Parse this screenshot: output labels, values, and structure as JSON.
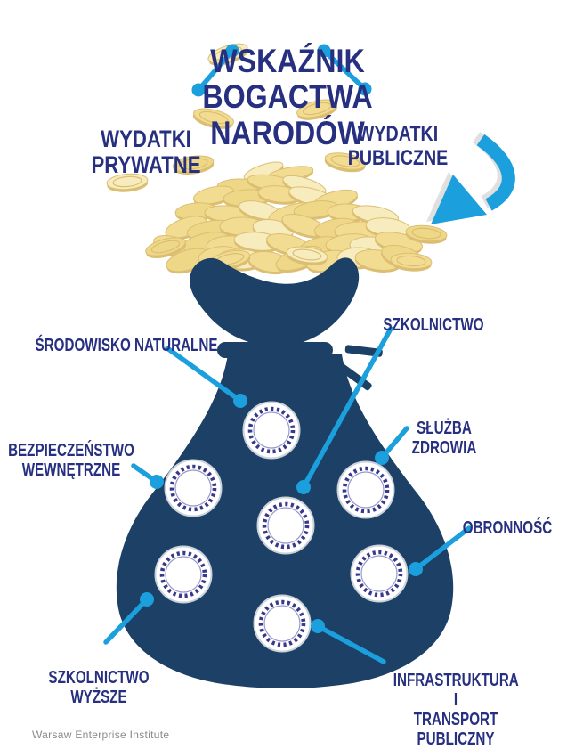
{
  "title": "WSKAŹNIK BOGACTWA NARODÓW",
  "branches": {
    "private": "WYDATKI\nPRYWATNE",
    "public": "WYDATKI PUBLICZNE"
  },
  "categories": [
    {
      "id": "srodowisko-naturalne",
      "label": "ŚRODOWISKO NATURALNE"
    },
    {
      "id": "szkolnictwo",
      "label": "SZKOLNICTWO"
    },
    {
      "id": "bezpieczenstwo-wewnetrzne",
      "label": "BEZPIECZEŃSTWO\nWEWNĘTRZNE"
    },
    {
      "id": "sluzba-zdrowia",
      "label": "SŁUŻBA ZDROWIA"
    },
    {
      "id": "obronnosc",
      "label": "OBRONNOŚĆ"
    },
    {
      "id": "szkolnictwo-wyzsze",
      "label": "SZKOLNICTWO\nWYŻSZE"
    },
    {
      "id": "infrastruktura-transport",
      "label": "INFRASTRUKTURA I\nTRANSPORT PUBLICZNY"
    }
  ],
  "footer": "Warsaw Enterprise Institute",
  "colors": {
    "text_navy": "#262f80",
    "bag_navy": "#1c4066",
    "accent_blue": "#1b9fdd",
    "coin_light": "#f7ecbd",
    "coin_mid": "#f2dc92",
    "coin_deep": "#eed787",
    "coin_edge": "#dcbe72",
    "slot_dots": "#39398c",
    "footer_gray": "#8a8a8a"
  }
}
